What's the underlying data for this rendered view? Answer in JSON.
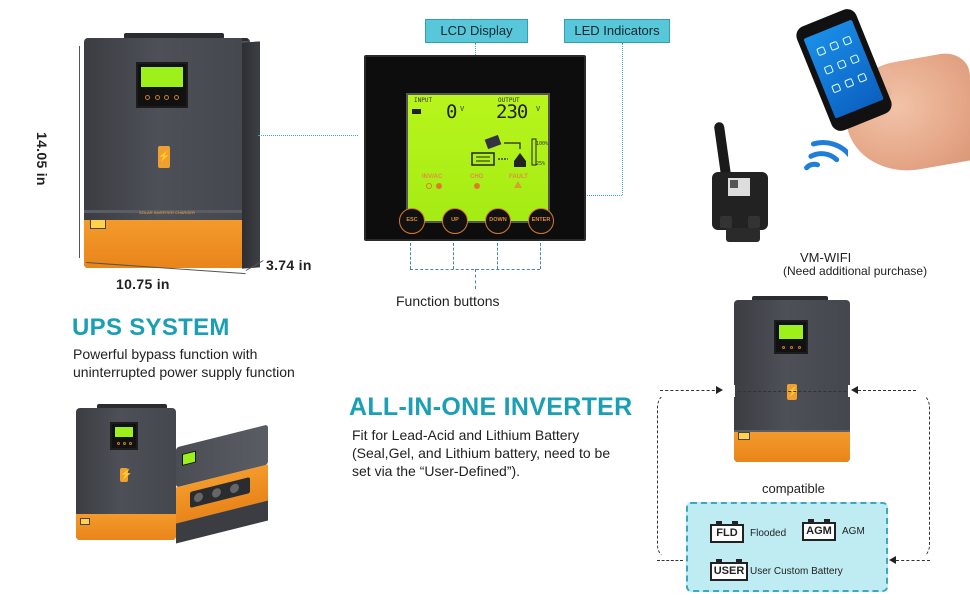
{
  "dimensions": {
    "height": "14.05 in",
    "width": "10.75 in",
    "depth": "3.74 in"
  },
  "callouts": {
    "lcd_display": "LCD Display",
    "led_indicators": "LED Indicators",
    "function_buttons": "Function buttons"
  },
  "lcd": {
    "input_label": "INPUT",
    "output_label": "OUTPUT",
    "input_value": "0",
    "input_unit": "V",
    "output_value": "230",
    "output_unit": "V",
    "pct_high": "100%",
    "pct_low": "25%"
  },
  "leds": [
    {
      "label": "INV/AC",
      "color": "#e07a2a"
    },
    {
      "label": "CHG",
      "color": "#e07a2a"
    },
    {
      "label": "FAULT",
      "color": "#d9a12a"
    }
  ],
  "buttons": [
    "ESC",
    "UP",
    "DOWN",
    "ENTER"
  ],
  "ups": {
    "title": "UPS SYSTEM",
    "line1": "Powerful bypass function with",
    "line2": "uninterrupted power supply function"
  },
  "allinone": {
    "title": "ALL-IN-ONE INVERTER",
    "line1": "Fit for Lead-Acid and Lithium Battery",
    "line2": "(Seal,Gel, and Lithium battery, need to be",
    "line3": "set via the “User-Defined”)."
  },
  "wifi": {
    "model": "VM-WIFI",
    "note": "(Need additional purchase)"
  },
  "compat": {
    "label": "compatible",
    "batteries": [
      {
        "tag": "FLD",
        "name": "Flooded"
      },
      {
        "tag": "AGM",
        "name": "AGM"
      },
      {
        "tag": "USER",
        "name": "User Custom Battery"
      }
    ]
  },
  "device_label": "SOLAR INVERTER CHARGER",
  "colors": {
    "accent_teal": "#1a9fb5",
    "callout_bg": "#57c7d9",
    "device_orange": "#f0902a",
    "lcd_green": "#a8ee16"
  }
}
